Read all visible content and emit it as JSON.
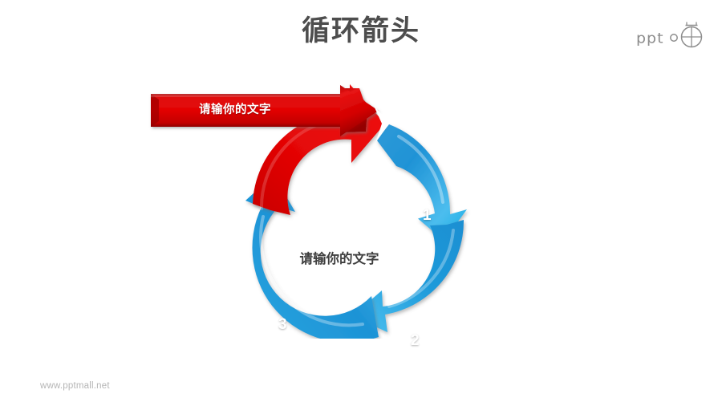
{
  "slide": {
    "title": "循环箭头",
    "background_color": "#ffffff",
    "title_color": "#4d4d4d"
  },
  "brand": {
    "word": "ppt",
    "icon_name": "pptmall-globe-icon",
    "color": "#8d8d8d"
  },
  "footer": {
    "url": "www.pptmall.net",
    "color": "#b5b5b5"
  },
  "diagram": {
    "type": "cycle-arrows",
    "center_caption": "请输你的文字",
    "center_caption_color": "#3f3f3f",
    "segments": [
      {
        "id": "red-arc",
        "label": "",
        "color": "#e00000",
        "color_dark": "#a30000",
        "color_light": "#ff2b2b",
        "direction": "clockwise",
        "position": "top-left"
      },
      {
        "id": "blue-arc-1",
        "label": "1",
        "color": "#1a93d4",
        "color_dark": "#0a6ba5",
        "color_light": "#56c1ef",
        "direction": "clockwise",
        "position": "right-upper"
      },
      {
        "id": "blue-arc-2",
        "label": "2",
        "color": "#1a93d4",
        "color_dark": "#0a6ba5",
        "color_light": "#56c1ef",
        "direction": "clockwise",
        "position": "bottom-right"
      },
      {
        "id": "blue-arc-3",
        "label": "3",
        "color": "#1a93d4",
        "color_dark": "#0a6ba5",
        "color_light": "#56c1ef",
        "direction": "clockwise",
        "position": "left-lower"
      }
    ]
  },
  "callout": {
    "banner_caption": "请输你的文字",
    "banner_color": "#e00000",
    "banner_color_dark": "#9e0000",
    "banner_text_color": "#ffffff"
  }
}
